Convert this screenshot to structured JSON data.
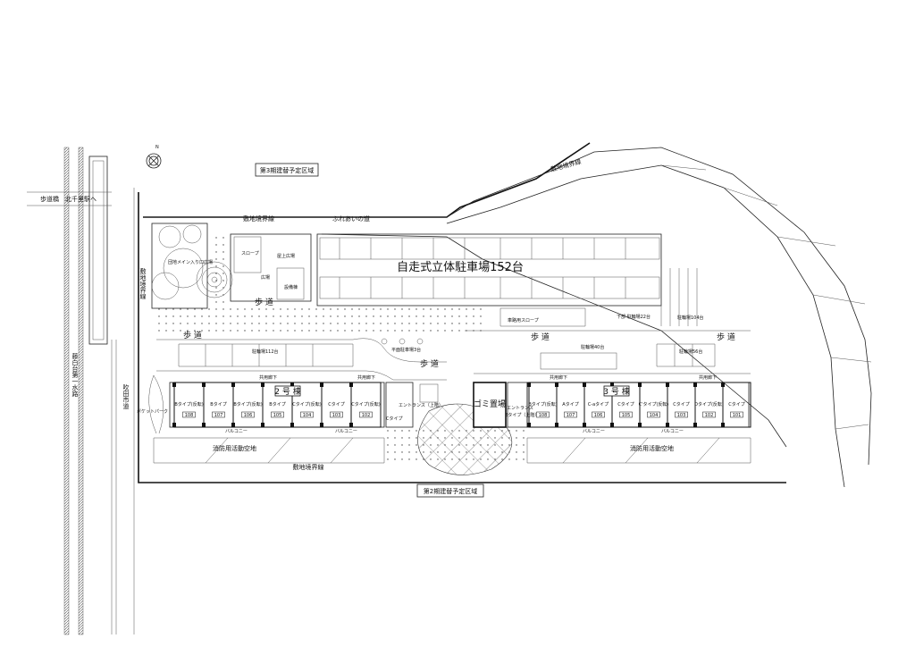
{
  "compass": {
    "north_label": "N"
  },
  "zones": {
    "phase3": "第3期建替予定区域",
    "phase2": "第2期建替予定区域"
  },
  "offsite": {
    "footbridge": "歩道橋　北千里駅へ",
    "waterway": "藤白台第一水路",
    "city_road": "吹田市道"
  },
  "boundary": {
    "top": "敷地境界線",
    "northeast": "敷地境界線",
    "west": "敷地境界線",
    "south": "敷地境界線",
    "fureai": "ふれあいの道"
  },
  "plaza": {
    "main_entrance": "団地メイン入り口広場",
    "slope": "スロープ",
    "plaza": "広場",
    "roof_plaza": "屋上広場",
    "equipment": "設備棟"
  },
  "parking": {
    "garage": "自走式立体駐車場152台",
    "ramp": "車路用スロープ",
    "lower_bicycle": "下部 駐輪場22台",
    "bicycle_104": "駐輪場104台",
    "bicycle_112": "駐輪場112台",
    "flat_parking": "平面駐車場3台",
    "bicycle_40": "駐輪場40台",
    "bicycle_56": "駐輪場56台"
  },
  "sidewalks": [
    "歩 道",
    "歩 道",
    "歩 道",
    "歩 道",
    "歩 道"
  ],
  "pocket_park": "ポケットパーク",
  "garbage": "ゴミ置場",
  "building2": {
    "name": "2 号 棟",
    "corridor": "共用廊下",
    "balcony": "バルコニー",
    "entrance": "エントランス（上階）",
    "entrance_type": "Cタイプ",
    "units": [
      {
        "type": "Bタイプ(反転)",
        "no": "108"
      },
      {
        "type": "Bタイプ",
        "no": "107"
      },
      {
        "type": "Bタイプ(反転)",
        "no": "106"
      },
      {
        "type": "Bタイプ",
        "no": "105"
      },
      {
        "type": "Cタイプ(反転)",
        "no": "104"
      },
      {
        "type": "Cタイプ",
        "no": "103"
      },
      {
        "type": "Cタイプ(反転)",
        "no": "102"
      }
    ]
  },
  "building3": {
    "name": "3 号 棟",
    "corridor": "共用廊下",
    "balcony": "バルコニー",
    "entrance": "エントランス",
    "entrance_type": "Bタイプ（上階）",
    "units": [
      {
        "type": "Bタイプ(反転)",
        "no": "108"
      },
      {
        "type": "Aタイプ",
        "no": "107"
      },
      {
        "type": "C-aタイプ",
        "no": "106"
      },
      {
        "type": "Cタイプ",
        "no": "105"
      },
      {
        "type": "C'タイプ(反転)",
        "no": "104"
      },
      {
        "type": "Cタイプ",
        "no": "103"
      },
      {
        "type": "Dタイプ(反転)",
        "no": "102"
      },
      {
        "type": "Cタイプ",
        "no": "101"
      }
    ]
  },
  "fire_space": [
    "消防用活動空地",
    "消防用活動空地"
  ]
}
